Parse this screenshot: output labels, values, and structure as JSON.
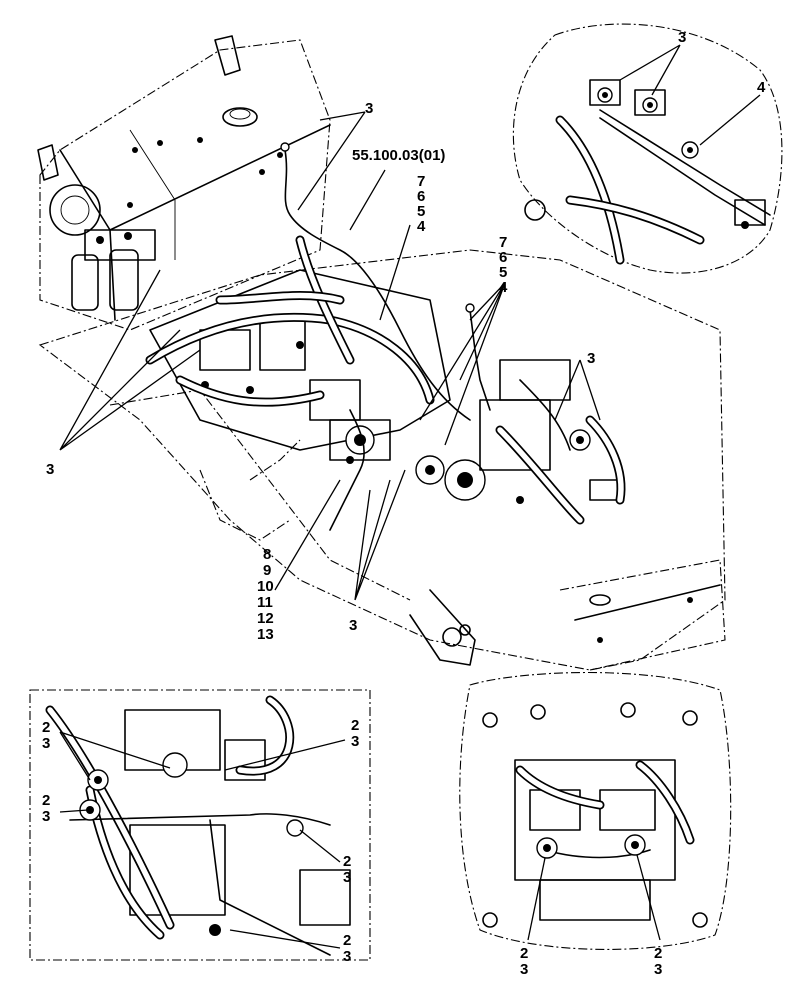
{
  "callouts": {
    "main_ref": "55.100.03(01)",
    "main_3_top": "3",
    "main_3_left": "3",
    "main_3_right": "3",
    "main_3_bottom": "3",
    "stack_mid": [
      "7",
      "6",
      "5",
      "4"
    ],
    "stack_right": [
      "7",
      "6",
      "5",
      "4"
    ],
    "stack_bottom": [
      "8",
      "9",
      "10",
      "11",
      "12",
      "13"
    ],
    "detail_tr_3": "3",
    "detail_tr_4": "4",
    "detail_bl_pairs": [
      [
        "2",
        "3"
      ],
      [
        "2",
        "3"
      ],
      [
        "2",
        "3"
      ],
      [
        "2",
        "3"
      ],
      [
        "2",
        "3"
      ]
    ],
    "detail_br_pairs": [
      [
        "2",
        "3"
      ],
      [
        "2",
        "3"
      ]
    ]
  },
  "colors": {
    "ink": "#000000",
    "paper": "#ffffff"
  }
}
